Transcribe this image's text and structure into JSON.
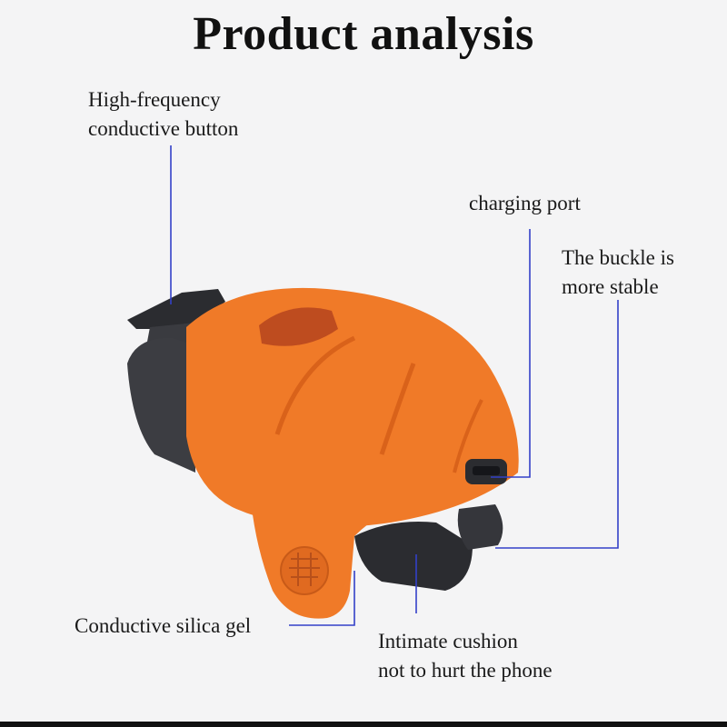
{
  "title": "Product analysis",
  "labels": {
    "button": {
      "line1": "High-frequency",
      "line2": "conductive button"
    },
    "charging": {
      "line1": "charging port"
    },
    "buckle": {
      "line1": "The buckle is",
      "line2": "more stable"
    },
    "silica": {
      "line1": "Conductive silica gel"
    },
    "cushion": {
      "line1": "Intimate cushion",
      "line2": "not to hurt the phone"
    }
  },
  "colors": {
    "body": "#f07a28",
    "body_shadow": "#d9621a",
    "dark": "#2b2c30",
    "leader": "#3340c8",
    "window": "#b8471e"
  }
}
